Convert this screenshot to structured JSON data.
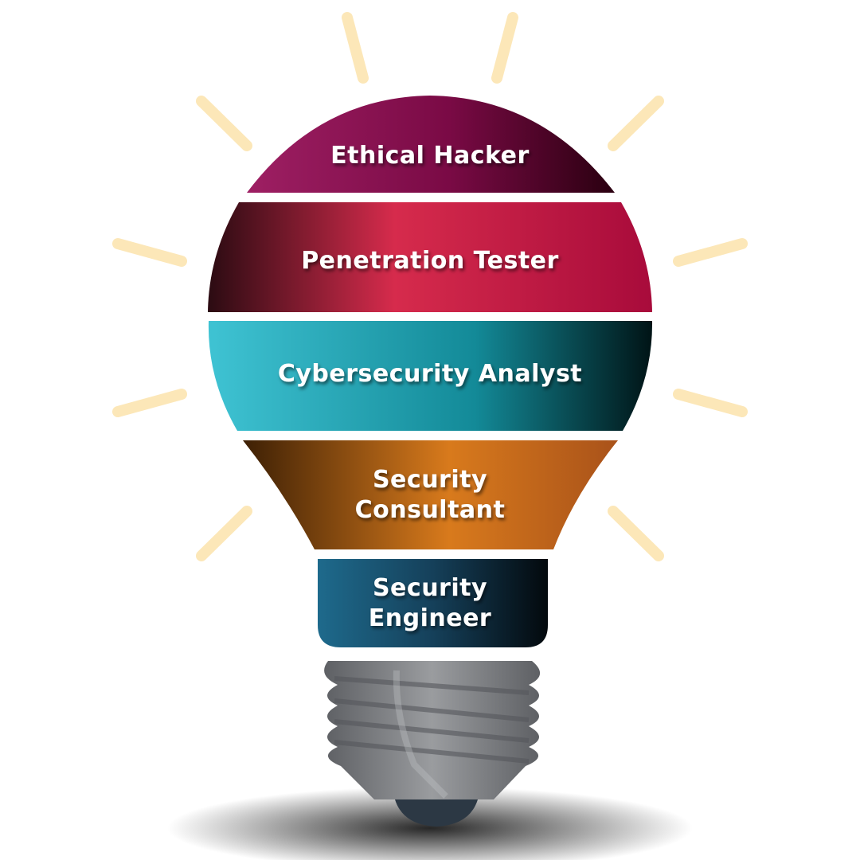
{
  "colors": {
    "ray": "#FCE7B8",
    "tier1": [
      "#9E1F63",
      "#7A0A45",
      "#2A0010"
    ],
    "tier2": [
      "#2B0B12",
      "#D62B4C",
      "#A80B3B"
    ],
    "tier3": [
      "#3FC3D3",
      "#138A98",
      "#001416"
    ],
    "tier4": [
      "#3D2005",
      "#D87A1C",
      "#A9521A"
    ],
    "tier5": [
      "#1E6A8C",
      "#15405A",
      "#03090D"
    ],
    "base": "#9A9C9F",
    "base_dark": "#5E6064",
    "tip": "#2C3844",
    "shadow": "#000000"
  },
  "tiers": [
    {
      "lines": [
        "Ethical Hacker"
      ]
    },
    {
      "lines": [
        "Penetration Tester"
      ]
    },
    {
      "lines": [
        "Cybersecurity Analyst"
      ]
    },
    {
      "lines": [
        "Security",
        "Consultant"
      ]
    },
    {
      "lines": [
        "Security",
        "Engineer"
      ]
    }
  ]
}
